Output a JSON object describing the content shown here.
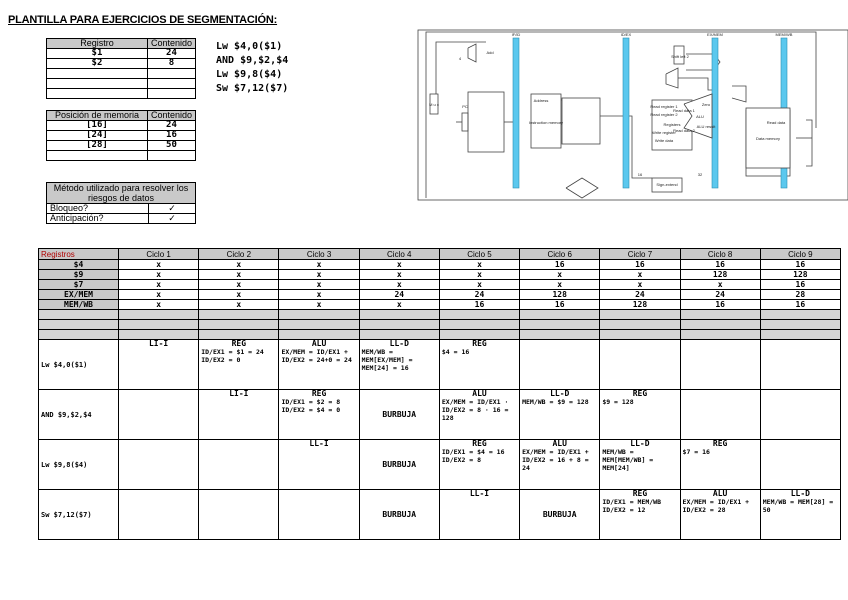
{
  "title": "PLANTILLA PARA EJERCICIOS DE SEGMENTACIÓN:",
  "registers_table": {
    "headers": [
      "Registro",
      "Contenido"
    ],
    "rows": [
      [
        "$1",
        "24"
      ],
      [
        "$2",
        "8"
      ],
      [
        "",
        ""
      ],
      [
        "",
        ""
      ],
      [
        "",
        ""
      ]
    ]
  },
  "code": [
    "Lw  $4,0($1)",
    "AND  $9,$2,$4",
    "Lw  $9,8($4)",
    "Sw  $7,12($7)"
  ],
  "memory_table": {
    "headers": [
      "Posición de memoria",
      "Contenido"
    ],
    "rows": [
      [
        "[16]",
        "24"
      ],
      [
        "[24]",
        "16"
      ],
      [
        "[28]",
        "50"
      ],
      [
        "",
        ""
      ]
    ]
  },
  "method_table": {
    "header": "Método utilizado para resolver los riesgos de datos",
    "rows": [
      [
        "Bloqueo?",
        "✓"
      ],
      [
        "Anticipación?",
        "✓"
      ]
    ]
  },
  "diagram_labels": [
    "IF/ID",
    "ID/EX",
    "EX/MEM",
    "MEM/WB",
    "Instruction memory",
    "Registers",
    "ALU",
    "Data memory",
    "Add",
    "Sign-extend",
    "Shift left 2",
    "Address",
    "PC",
    "Read register 1",
    "Read register 2",
    "Write register",
    "Write data",
    "Read data 1",
    "Read data 2",
    "Read data",
    "Zero",
    "ALU result",
    "16",
    "32",
    "4",
    "M u x"
  ],
  "cycle_table": {
    "headers": [
      "Registros",
      "Ciclo 1",
      "Ciclo 2",
      "Ciclo 3",
      "Ciclo 4",
      "Ciclo 5",
      "Ciclo 6",
      "Ciclo 7",
      "Ciclo 8",
      "Ciclo 9"
    ],
    "rows": [
      [
        "$4",
        "x",
        "x",
        "x",
        "x",
        "x",
        "16",
        "16",
        "16",
        "16"
      ],
      [
        "$9",
        "x",
        "x",
        "x",
        "x",
        "x",
        "x",
        "x",
        "128",
        "128"
      ],
      [
        "$7",
        "x",
        "x",
        "x",
        "x",
        "x",
        "x",
        "x",
        "x",
        "16"
      ],
      [
        "EX/MEM",
        "x",
        "x",
        "x",
        "24",
        "24",
        "128",
        "24",
        "24",
        "28"
      ],
      [
        "MEM/WB",
        "x",
        "x",
        "x",
        "x",
        "16",
        "16",
        "128",
        "16",
        "16"
      ],
      [
        "",
        "",
        "",
        "",
        "",
        "",
        "",
        "",
        "",
        ""
      ],
      [
        "",
        "",
        "",
        "",
        "",
        "",
        "",
        "",
        "",
        ""
      ],
      [
        "",
        "",
        "",
        "",
        "",
        "",
        "",
        "",
        "",
        ""
      ]
    ],
    "instructions": [
      {
        "label": "Lw  $4,0($1)",
        "cells": [
          {
            "stage": "LI-I",
            "detail": ""
          },
          {
            "stage": "REG",
            "detail": "ID/EX1 = $1 = 24\nID/EX2 = 0"
          },
          {
            "stage": "ALU",
            "detail": "EX/MEM = ID/EX1 + ID/EX2 = 24+0 = 24"
          },
          {
            "stage": "LL-D",
            "detail": "MEM/WB = MEM[EX/MEM] = MEM[24] = 16"
          },
          {
            "stage": "REG",
            "detail": "$4 = 16"
          },
          {
            "stage": "",
            "detail": ""
          },
          {
            "stage": "",
            "detail": ""
          },
          {
            "stage": "",
            "detail": ""
          },
          {
            "stage": "",
            "detail": ""
          }
        ]
      },
      {
        "label": "AND  $9,$2,$4",
        "cells": [
          {
            "stage": "",
            "detail": ""
          },
          {
            "stage": "LI-I",
            "detail": ""
          },
          {
            "stage": "REG",
            "detail": "ID/EX1 = $2 = 8\nID/EX2 = $4 = 0"
          },
          {
            "stage": "BURBUJA",
            "detail": ""
          },
          {
            "stage": "ALU",
            "detail": "EX/MEM = ID/EX1 · ID/EX2 = 8 · 16 = 128"
          },
          {
            "stage": "LL-D",
            "detail": "MEM/WB = $9 = 128"
          },
          {
            "stage": "REG",
            "detail": "$9 = 128"
          },
          {
            "stage": "",
            "detail": ""
          },
          {
            "stage": "",
            "detail": ""
          }
        ]
      },
      {
        "label": "Lw  $9,8($4)",
        "cells": [
          {
            "stage": "",
            "detail": ""
          },
          {
            "stage": "",
            "detail": ""
          },
          {
            "stage": "LL-I",
            "detail": ""
          },
          {
            "stage": "BURBUJA",
            "detail": ""
          },
          {
            "stage": "REG",
            "detail": "ID/EX1 = $4 = 16\nID/EX2 = 8"
          },
          {
            "stage": "ALU",
            "detail": "EX/MEM = ID/EX1 + ID/EX2 = 16 + 8 = 24"
          },
          {
            "stage": "LL-D",
            "detail": "MEM/WB = MEM[MEM/WB] = MEM[24]"
          },
          {
            "stage": "REG",
            "detail": "$7 = 16"
          },
          {
            "stage": "",
            "detail": ""
          }
        ]
      },
      {
        "label": "Sw  $7,12($7)",
        "cells": [
          {
            "stage": "",
            "detail": ""
          },
          {
            "stage": "",
            "detail": ""
          },
          {
            "stage": "",
            "detail": ""
          },
          {
            "stage": "BURBUJA",
            "detail": ""
          },
          {
            "stage": "LL-I",
            "detail": ""
          },
          {
            "stage": "BURBUJA",
            "detail": ""
          },
          {
            "stage": "REG",
            "detail": "ID/EX1 = MEM/WB\nID/EX2 = 12"
          },
          {
            "stage": "ALU",
            "detail": "EX/MEM = ID/EX1 + ID/EX2 = 28"
          },
          {
            "stage": "LL-D",
            "detail": "MEM/WB = MEM[28] = 50"
          }
        ]
      }
    ]
  },
  "colors": {
    "header_grey": "#c9c9c9",
    "registros_red": "#b00000",
    "pipeline_register": "#5bc8ee"
  }
}
